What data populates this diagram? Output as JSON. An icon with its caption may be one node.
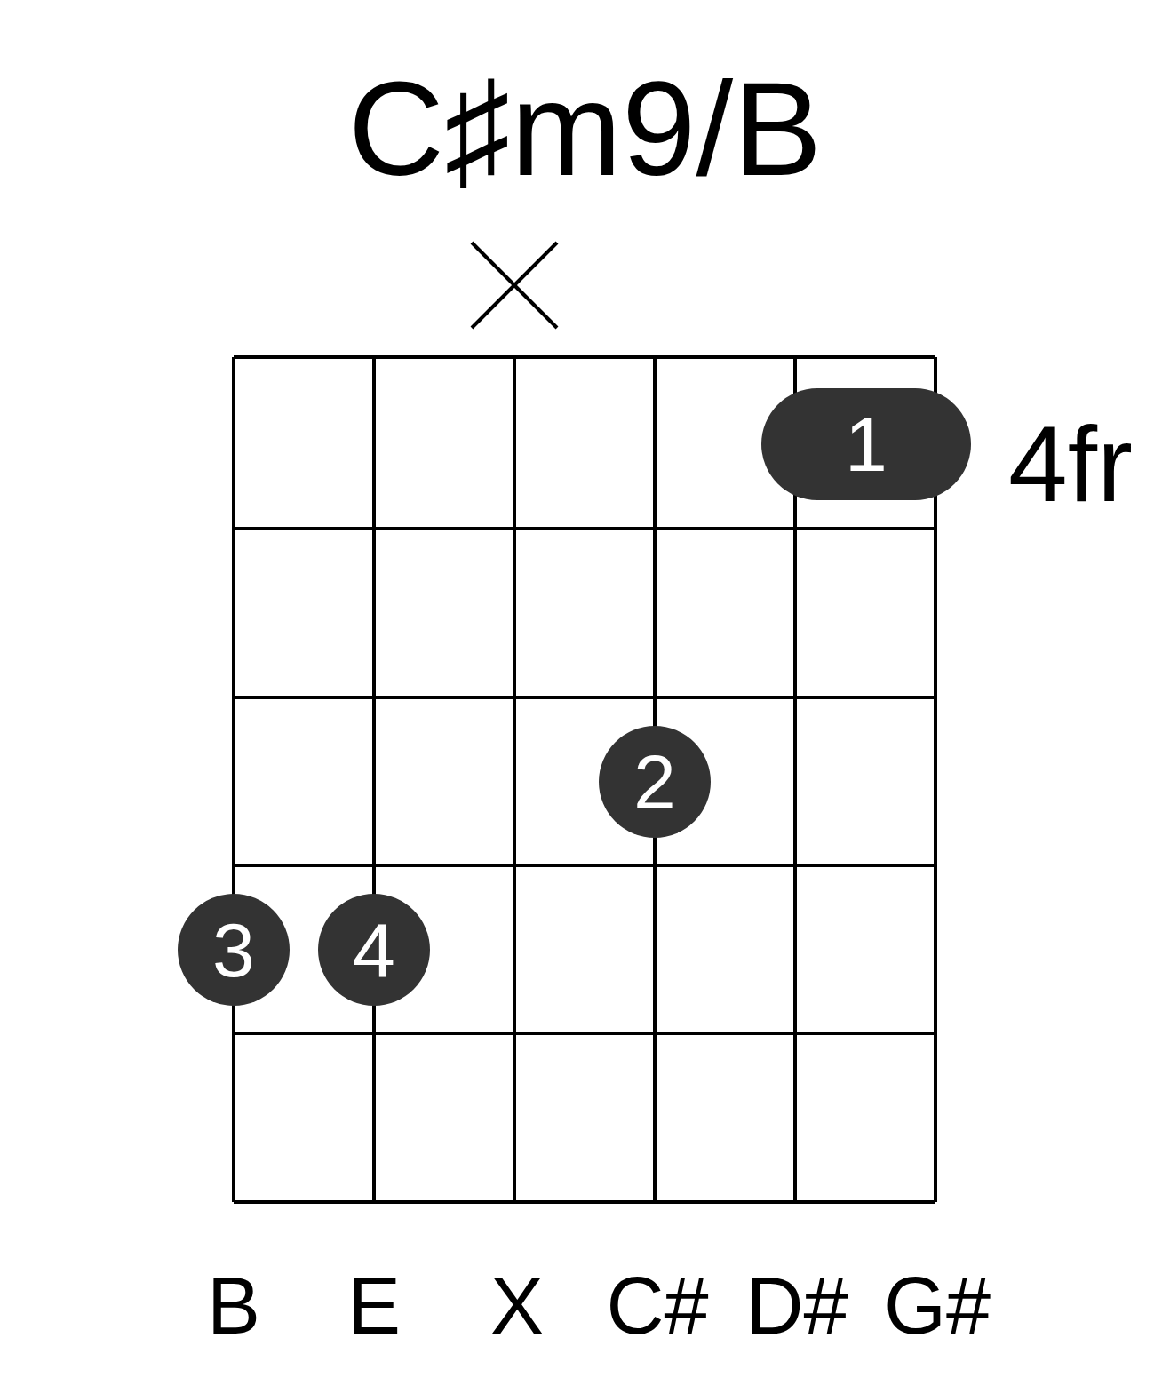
{
  "diagram": {
    "title": "C♯m9/B",
    "nodes": [
      {
        "text": [
          "1"
        ]
      },
      {
        "text": [
          "2"
        ]
      },
      {
        "text": [
          "3"
        ]
      },
      {
        "text": [
          "4"
        ]
      }
    ],
    "labels": [
      "4fr",
      "B",
      "E",
      "X",
      "C#",
      "D#",
      "G#"
    ]
  }
}
